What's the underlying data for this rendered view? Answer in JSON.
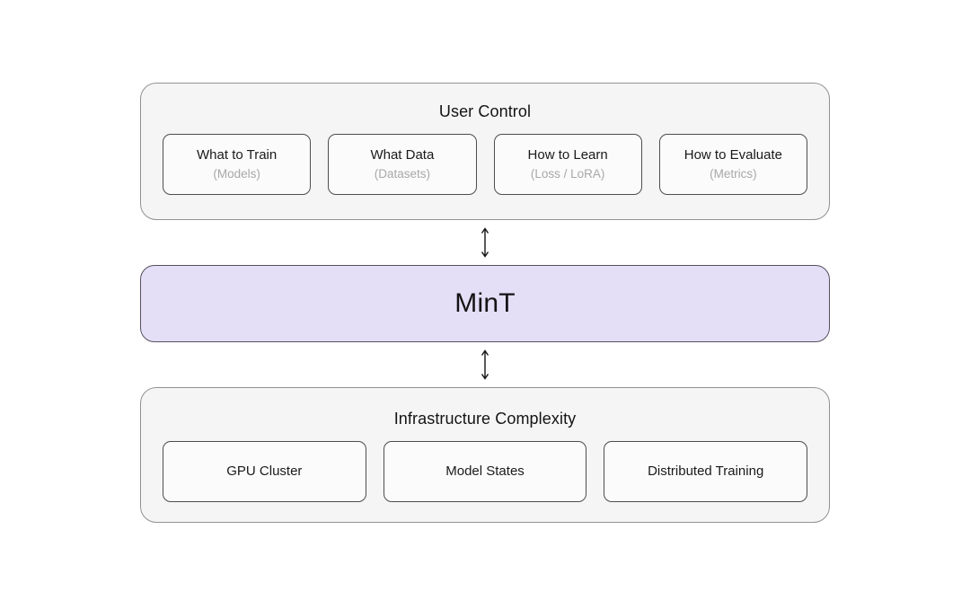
{
  "diagram": {
    "top_panel": {
      "title": "User Control",
      "cards": [
        {
          "title": "What to Train",
          "subtitle": "(Models)"
        },
        {
          "title": "What Data",
          "subtitle": "(Datasets)"
        },
        {
          "title": "How to Learn",
          "subtitle": "(Loss / LoRA)"
        },
        {
          "title": "How to Evaluate",
          "subtitle": "(Metrics)"
        }
      ]
    },
    "center_panel": {
      "title": "MinT"
    },
    "bottom_panel": {
      "title": "Infrastructure Complexity",
      "cards": [
        {
          "title": "GPU Cluster"
        },
        {
          "title": "Model States"
        },
        {
          "title": "Distributed Training"
        }
      ]
    },
    "connectors": [
      {
        "name": "user-control-to-mint",
        "type": "bidirectional-vertical-arrow"
      },
      {
        "name": "mint-to-infrastructure",
        "type": "bidirectional-vertical-arrow"
      }
    ],
    "colors": {
      "canvas_bg": "#ffffff",
      "panel_bg": "#f5f5f5",
      "panel_border": "#919191",
      "card_bg": "#fbfbfb",
      "card_border": "#4d4d4d",
      "mint_bg": "#e4def7",
      "mint_border": "#55515e",
      "text_primary": "#141414",
      "text_muted": "#a8a8a8",
      "arrow": "#141414"
    }
  }
}
